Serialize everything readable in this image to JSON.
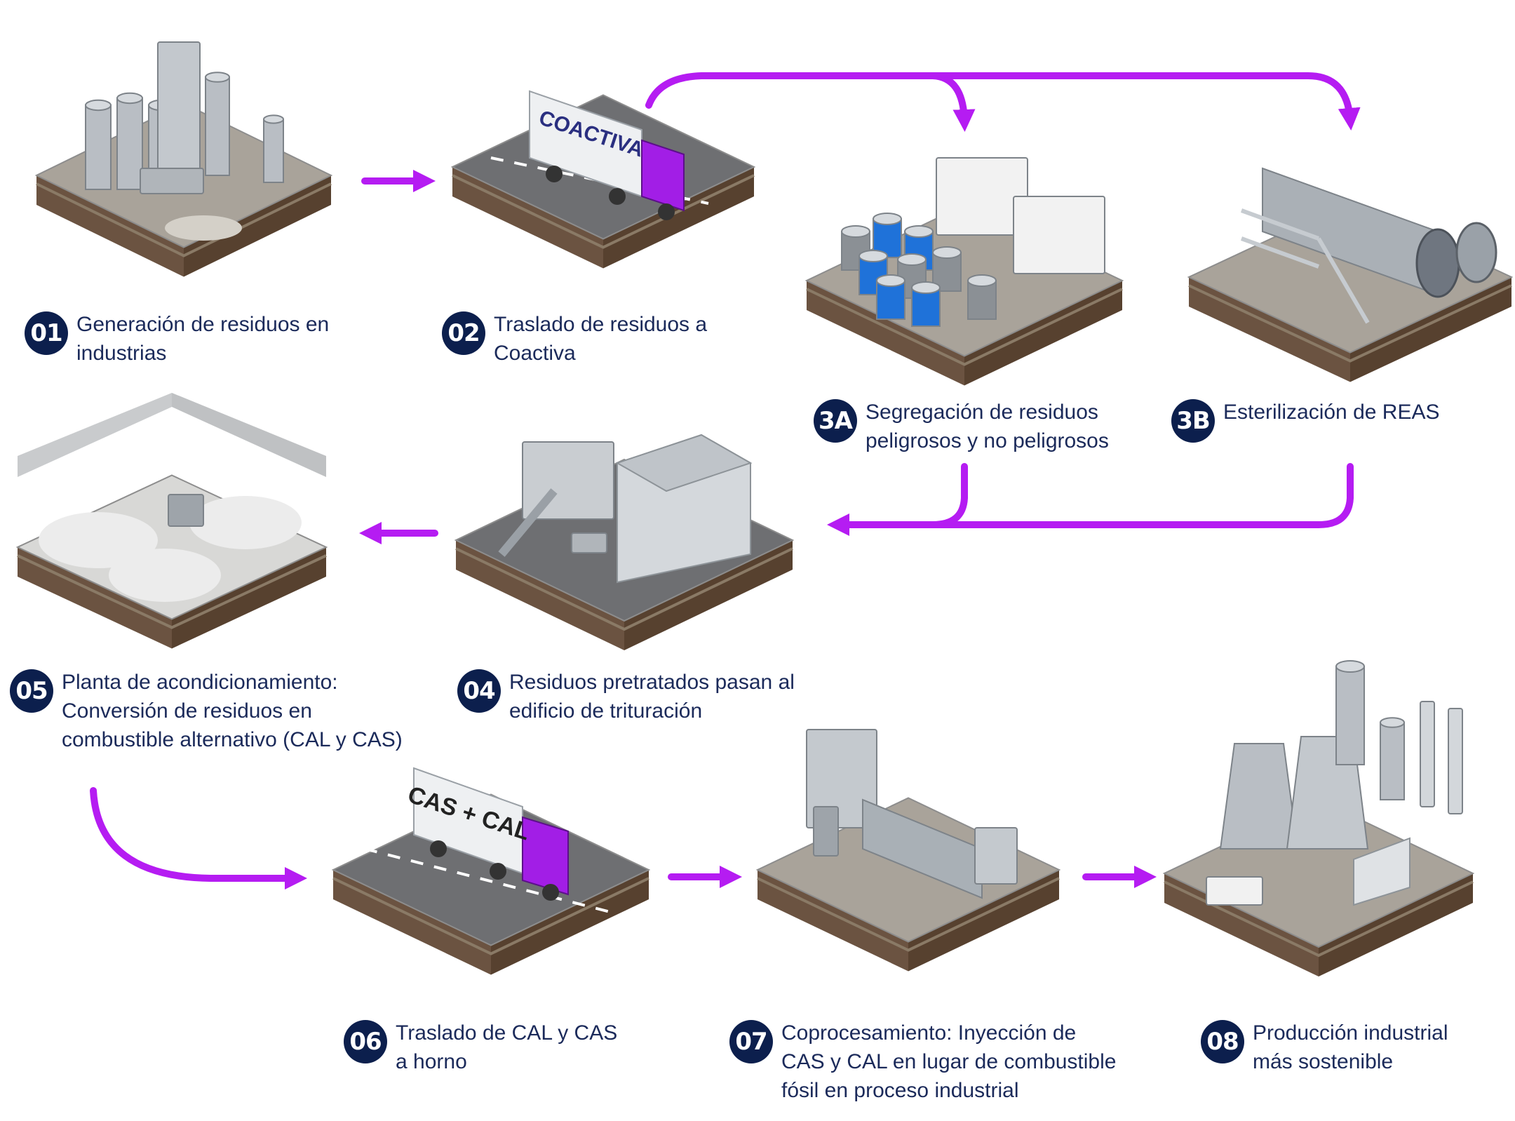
{
  "colors": {
    "arrow": "#b51cf2",
    "badge": "#0c1f4d",
    "text": "#1b2a5a",
    "truck_cab": "#a21ee6",
    "soil": "#6b5341",
    "asphalt": "#6e6f72",
    "gravel": "#a9a39a",
    "metal": "#b9bec4",
    "barrel_blue": "#1f72d9"
  },
  "steps": [
    {
      "id": "s01",
      "badge": "01",
      "lines": [
        "Generación de residuos en",
        "industrias"
      ],
      "icon": "refinery-icon"
    },
    {
      "id": "s02",
      "badge": "02",
      "lines": [
        "Traslado de residuos a",
        "Coactiva"
      ],
      "icon": "truck-icon"
    },
    {
      "id": "s3a",
      "badge": "3A",
      "lines": [
        "Segregación de residuos",
        "peligrosos y no peligrosos"
      ],
      "icon": "barrels-icon"
    },
    {
      "id": "s3b",
      "badge": "3B",
      "lines": [
        "Esterilización de REAS"
      ],
      "icon": "autoclave-icon"
    },
    {
      "id": "s04",
      "badge": "04",
      "lines": [
        "Residuos pretratados pasan al",
        "edificio de trituración"
      ],
      "icon": "shredder-building-icon"
    },
    {
      "id": "s05",
      "badge": "05",
      "lines": [
        "Planta de acondicionamiento:",
        "Conversión de residuos en",
        "combustible alternativo (CAL y CAS)"
      ],
      "icon": "conditioning-plant-icon"
    },
    {
      "id": "s06",
      "badge": "06",
      "lines": [
        "Traslado de CAL y CAS",
        "a horno"
      ],
      "icon": "truck-icon"
    },
    {
      "id": "s07",
      "badge": "07",
      "lines": [
        "Coprocesamiento: Inyección de",
        "CAS y CAL en lugar de combustible",
        "fósil en proceso industrial"
      ],
      "icon": "rotary-kiln-icon"
    },
    {
      "id": "s08",
      "badge": "08",
      "lines": [
        "Producción industrial",
        "más sostenible"
      ],
      "icon": "factory-icon"
    }
  ],
  "truck_texts": {
    "t1": "COACTIVA",
    "t2": "CAS + CAL"
  }
}
